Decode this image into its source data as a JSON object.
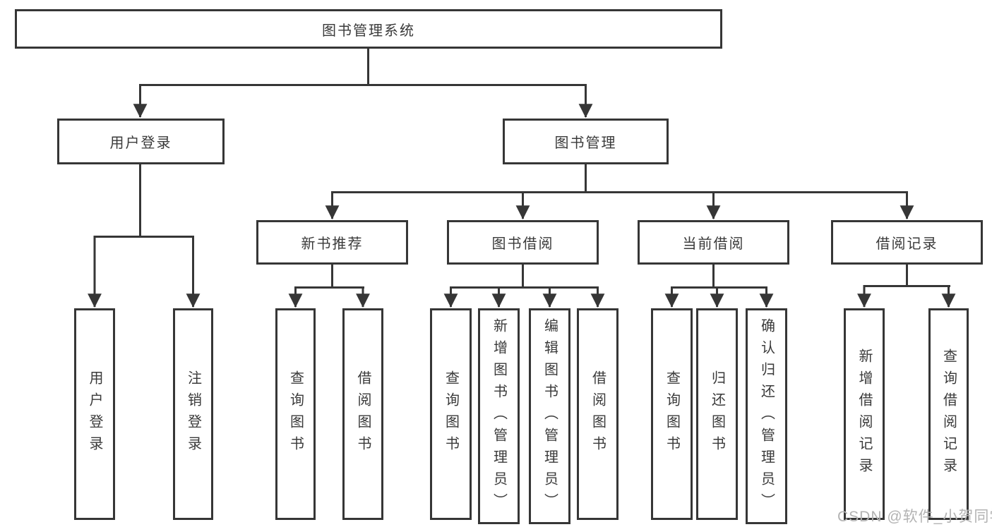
{
  "diagram": {
    "title": "图书管理系统",
    "level2": {
      "user_login": "用户登录",
      "book_management": "图书管理"
    },
    "level3": {
      "new_book_recommend": "新书推荐",
      "book_borrow": "图书借阅",
      "current_borrow": "当前借阅",
      "borrow_records": "借阅记录"
    },
    "leaves": {
      "user_login_leaf": "用户登录",
      "logout": "注销登录",
      "rec_query_books": "查询图书",
      "rec_borrow_books": "借阅图书",
      "bb_query_books": "查询图书",
      "bb_add_books": "新增图书（管理员）",
      "bb_edit_books": "编辑图书（管理员）",
      "bb_borrow_books": "借阅图书",
      "cb_query_books": "查询图书",
      "cb_return_books": "归还图书",
      "cb_confirm_return": "确认归还（管理员）",
      "br_add_record": "新增借阅记录",
      "br_query_record": "查询借阅记录"
    }
  },
  "watermark": "CSDN @软件_小贺同学",
  "colors": {
    "line": "#363636",
    "text": "#3a3a3a",
    "box_fill": "#ffffff",
    "watermark": "#b3b3b3",
    "background": "#ffffff"
  }
}
